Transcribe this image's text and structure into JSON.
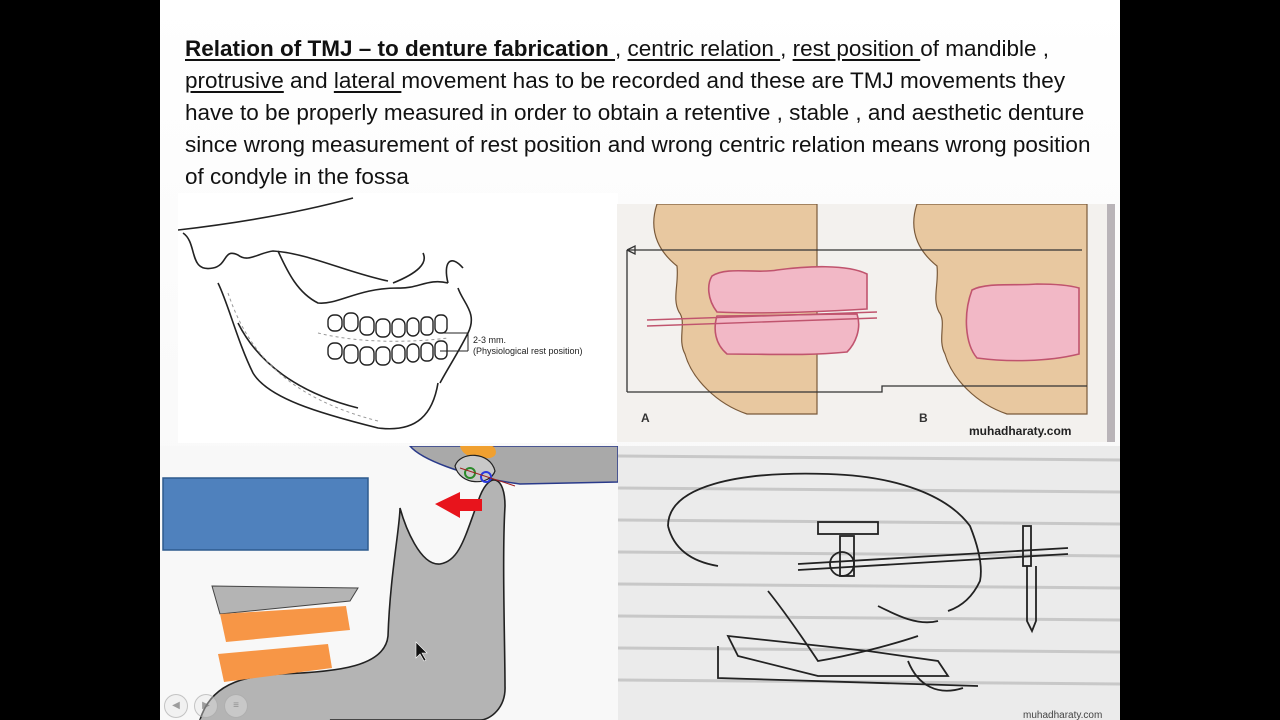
{
  "slide": {
    "text": {
      "heading": "Relation of TMJ – to denture fabrication ",
      "sep1": ", ",
      "term_centric": "centric relation ",
      "sep2": ", ",
      "term_rest": "rest position ",
      "t1": "of mandible , ",
      "term_protrusive": "protrusive",
      "t2": " and ",
      "term_lateral": "lateral ",
      "t3": "movement has to be recorded  and these are TMJ movements they have to be properly measured in order to obtain a retentive , stable , and aesthetic denture since wrong measurement of rest position and wrong centric relation means wrong position of condyle in the fossa"
    },
    "figure1": {
      "measure_label": "2-3 mm.",
      "measure_caption": "(Physiological rest position)"
    },
    "figure2": {
      "label_a": "A",
      "label_b": "B",
      "watermark": "muhadharaty.com"
    },
    "figure4": {
      "watermark": "muhadharaty.com"
    },
    "colors": {
      "slide_bg": "#ffffff",
      "blue_box": "#4f81bd",
      "orange": "#f79646",
      "grey_jaw": "#b4b4b4",
      "red_arrow": "#e8141c",
      "pink_tissue": "#f2b8c6",
      "skin": "#e8c8a0"
    }
  },
  "navigation": {
    "prev_icon": "chevron-left-icon",
    "next_icon": "chevron-right-icon",
    "menu_icon": "menu-icon"
  }
}
